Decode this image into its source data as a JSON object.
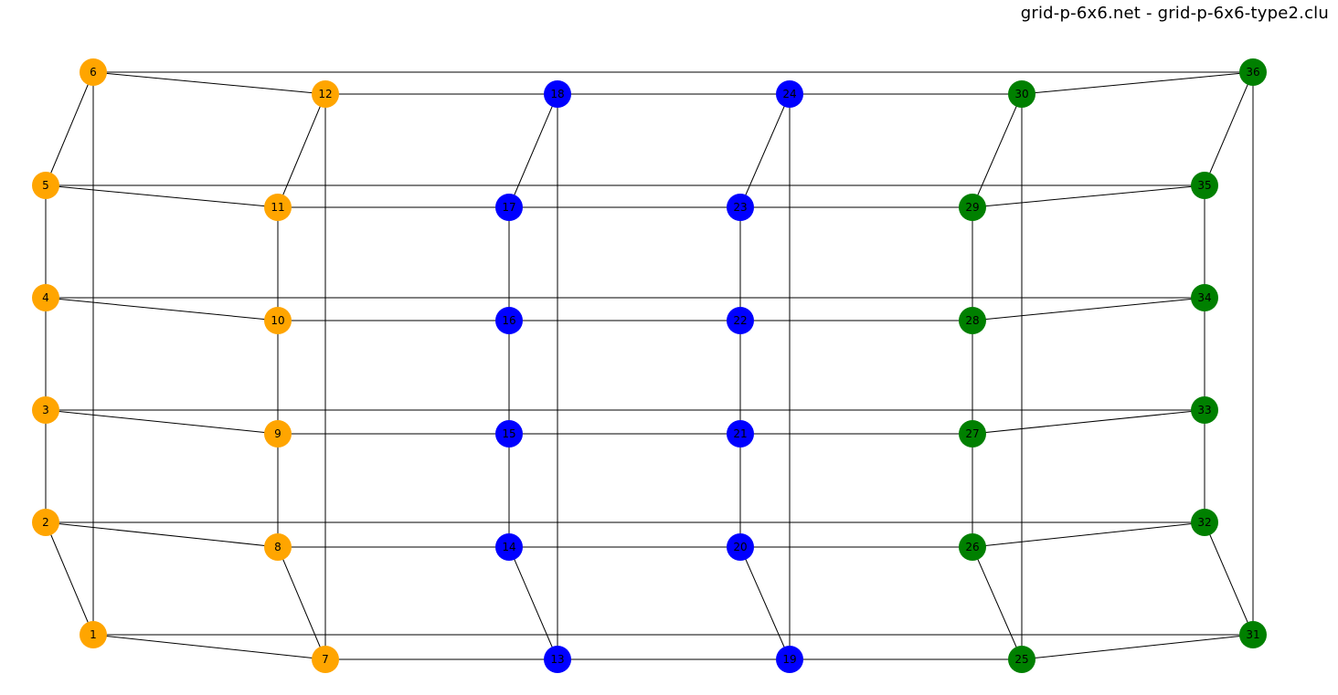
{
  "title": "grid-p-6x6.net - grid-p-6x6-type2.clu",
  "cluster_colors": {
    "1": "#ffa500",
    "2": "#0000ff",
    "3": "#008000"
  },
  "edge_color": "#000000",
  "nodes": [
    {
      "id": "1",
      "cluster": "1"
    },
    {
      "id": "2",
      "cluster": "1"
    },
    {
      "id": "3",
      "cluster": "1"
    },
    {
      "id": "4",
      "cluster": "1"
    },
    {
      "id": "5",
      "cluster": "1"
    },
    {
      "id": "6",
      "cluster": "1"
    },
    {
      "id": "7",
      "cluster": "1"
    },
    {
      "id": "8",
      "cluster": "1"
    },
    {
      "id": "9",
      "cluster": "1"
    },
    {
      "id": "10",
      "cluster": "1"
    },
    {
      "id": "11",
      "cluster": "1"
    },
    {
      "id": "12",
      "cluster": "1"
    },
    {
      "id": "13",
      "cluster": "2"
    },
    {
      "id": "14",
      "cluster": "2"
    },
    {
      "id": "15",
      "cluster": "2"
    },
    {
      "id": "16",
      "cluster": "2"
    },
    {
      "id": "17",
      "cluster": "2"
    },
    {
      "id": "18",
      "cluster": "2"
    },
    {
      "id": "19",
      "cluster": "2"
    },
    {
      "id": "20",
      "cluster": "2"
    },
    {
      "id": "21",
      "cluster": "2"
    },
    {
      "id": "22",
      "cluster": "2"
    },
    {
      "id": "23",
      "cluster": "2"
    },
    {
      "id": "24",
      "cluster": "2"
    },
    {
      "id": "25",
      "cluster": "3"
    },
    {
      "id": "26",
      "cluster": "3"
    },
    {
      "id": "27",
      "cluster": "3"
    },
    {
      "id": "28",
      "cluster": "3"
    },
    {
      "id": "29",
      "cluster": "3"
    },
    {
      "id": "30",
      "cluster": "3"
    },
    {
      "id": "31",
      "cluster": "3"
    },
    {
      "id": "32",
      "cluster": "3"
    },
    {
      "id": "33",
      "cluster": "3"
    },
    {
      "id": "34",
      "cluster": "3"
    },
    {
      "id": "35",
      "cluster": "3"
    },
    {
      "id": "36",
      "cluster": "3"
    }
  ],
  "edges": [
    [
      "1",
      "2"
    ],
    [
      "2",
      "3"
    ],
    [
      "3",
      "4"
    ],
    [
      "4",
      "5"
    ],
    [
      "5",
      "6"
    ],
    [
      "7",
      "8"
    ],
    [
      "8",
      "9"
    ],
    [
      "9",
      "10"
    ],
    [
      "10",
      "11"
    ],
    [
      "11",
      "12"
    ],
    [
      "13",
      "14"
    ],
    [
      "14",
      "15"
    ],
    [
      "15",
      "16"
    ],
    [
      "16",
      "17"
    ],
    [
      "17",
      "18"
    ],
    [
      "19",
      "20"
    ],
    [
      "20",
      "21"
    ],
    [
      "21",
      "22"
    ],
    [
      "22",
      "23"
    ],
    [
      "23",
      "24"
    ],
    [
      "25",
      "26"
    ],
    [
      "26",
      "27"
    ],
    [
      "27",
      "28"
    ],
    [
      "28",
      "29"
    ],
    [
      "29",
      "30"
    ],
    [
      "31",
      "32"
    ],
    [
      "32",
      "33"
    ],
    [
      "33",
      "34"
    ],
    [
      "34",
      "35"
    ],
    [
      "35",
      "36"
    ],
    [
      "1",
      "7"
    ],
    [
      "7",
      "13"
    ],
    [
      "13",
      "19"
    ],
    [
      "19",
      "25"
    ],
    [
      "25",
      "31"
    ],
    [
      "2",
      "8"
    ],
    [
      "8",
      "14"
    ],
    [
      "14",
      "20"
    ],
    [
      "20",
      "26"
    ],
    [
      "26",
      "32"
    ],
    [
      "3",
      "9"
    ],
    [
      "9",
      "15"
    ],
    [
      "15",
      "21"
    ],
    [
      "21",
      "27"
    ],
    [
      "27",
      "33"
    ],
    [
      "4",
      "10"
    ],
    [
      "10",
      "16"
    ],
    [
      "16",
      "22"
    ],
    [
      "22",
      "28"
    ],
    [
      "28",
      "34"
    ],
    [
      "5",
      "11"
    ],
    [
      "11",
      "17"
    ],
    [
      "17",
      "23"
    ],
    [
      "23",
      "29"
    ],
    [
      "29",
      "35"
    ],
    [
      "6",
      "12"
    ],
    [
      "12",
      "18"
    ],
    [
      "18",
      "24"
    ],
    [
      "24",
      "30"
    ],
    [
      "30",
      "36"
    ],
    [
      "1",
      "6"
    ],
    [
      "7",
      "12"
    ],
    [
      "13",
      "18"
    ],
    [
      "19",
      "24"
    ],
    [
      "25",
      "30"
    ],
    [
      "31",
      "36"
    ],
    [
      "1",
      "31"
    ],
    [
      "2",
      "32"
    ],
    [
      "3",
      "33"
    ],
    [
      "4",
      "34"
    ],
    [
      "5",
      "35"
    ],
    [
      "6",
      "36"
    ]
  ]
}
